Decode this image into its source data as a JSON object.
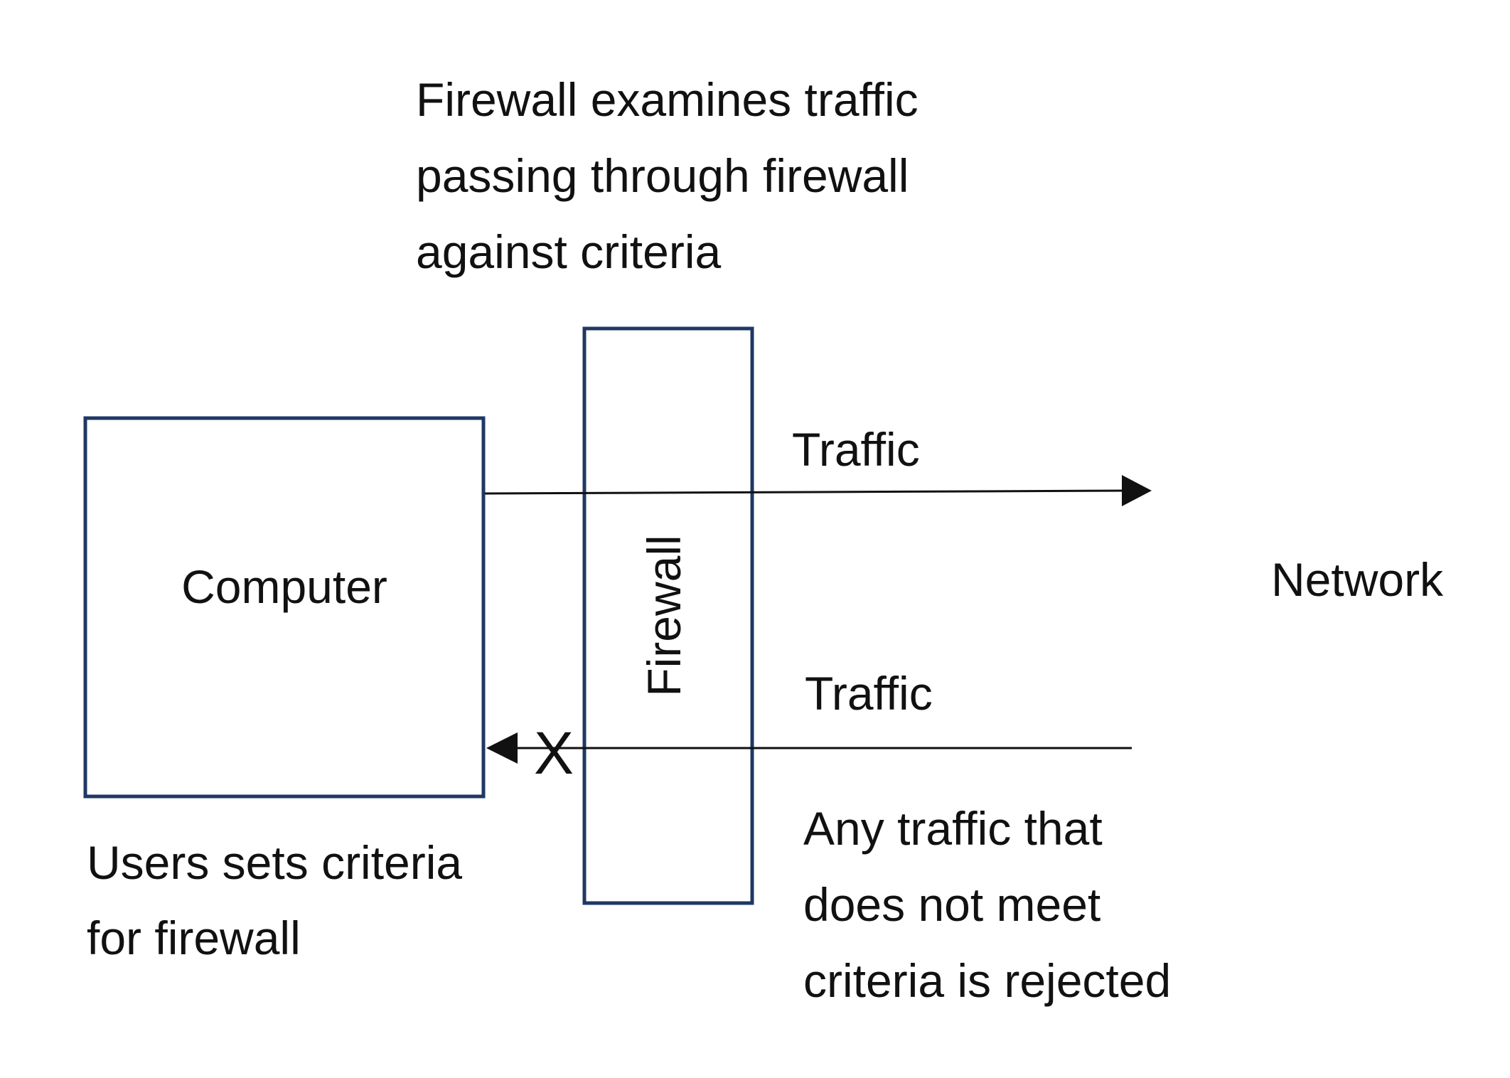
{
  "annotation_top": {
    "lines": [
      "Firewall examines traffic",
      "passing through firewall",
      "against criteria"
    ]
  },
  "computer": {
    "label": "Computer"
  },
  "firewall": {
    "label": "Firewall"
  },
  "network": {
    "label": "Network"
  },
  "traffic_out": {
    "label": "Traffic"
  },
  "traffic_in": {
    "label": "Traffic",
    "blocked_mark": "X"
  },
  "annotation_user": {
    "lines": [
      "Users sets criteria",
      "for firewall"
    ]
  },
  "annotation_rejected": {
    "lines": [
      "Any traffic that",
      "does not meet",
      "criteria is rejected"
    ]
  },
  "colors": {
    "box_stroke": "#1f3864",
    "line": "#111111"
  }
}
